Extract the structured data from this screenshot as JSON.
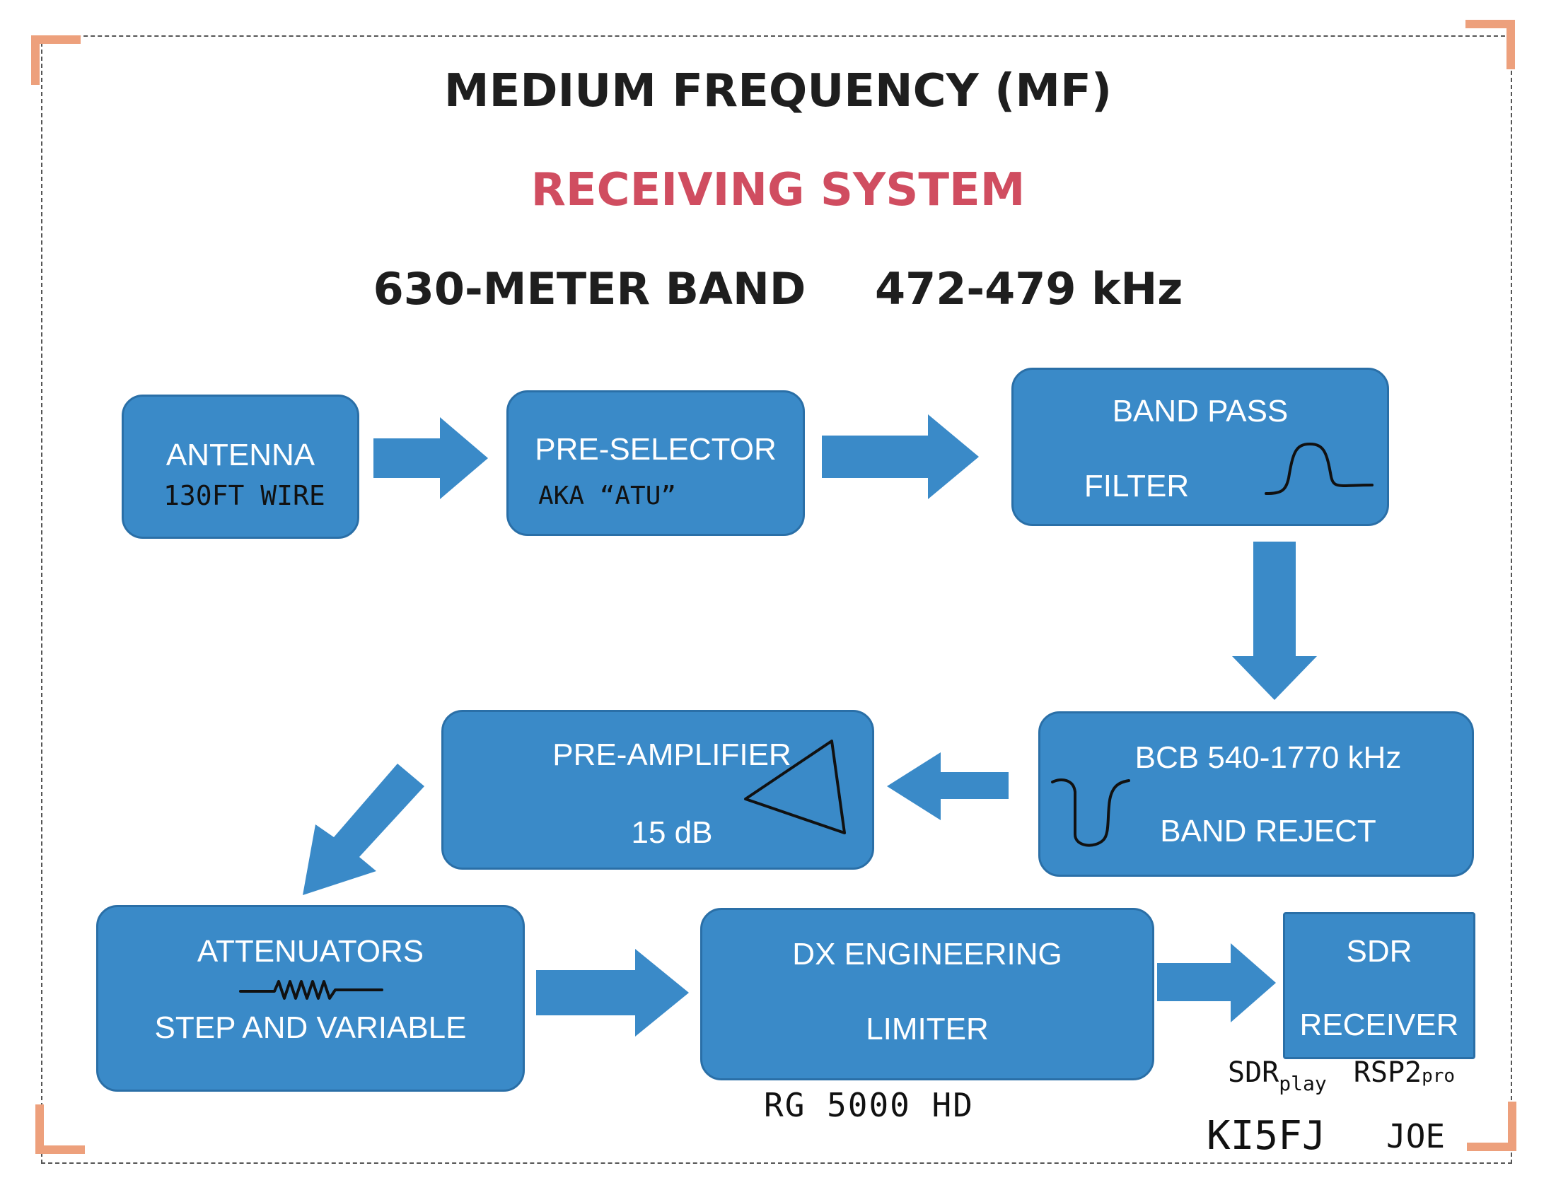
{
  "title": "MEDIUM FREQUENCY (MF)",
  "subtitle": "RECEIVING SYSTEM",
  "band": {
    "name": "630-METER BAND",
    "range": "472-479 kHz"
  },
  "blocks": {
    "antenna": {
      "label": "ANTENNA",
      "note": "130FT WIRE"
    },
    "preselector": {
      "label": "PRE-SELECTOR",
      "note": "AKA “ATU”"
    },
    "bandpass": {
      "line1": "BAND PASS",
      "line2": "FILTER"
    },
    "bcb": {
      "line1": "BCB 540-1770 kHz",
      "line2": "BAND REJECT"
    },
    "preamp": {
      "line1": "PRE-AMPLIFIER",
      "line2": "15 dB"
    },
    "attenuators": {
      "line1": "ATTENUATORS",
      "line2": "STEP AND VARIABLE"
    },
    "limiter": {
      "line1": "DX ENGINEERING",
      "line2": "LIMITER"
    },
    "sdr": {
      "line1": "SDR",
      "line2": "RECEIVER"
    }
  },
  "handwritten": {
    "limiter_model": "RG 5000 HD",
    "sdr_model_a": "SDR",
    "sdr_model_b": "play",
    "sdr_model_c": "RSP2",
    "sdr_model_d": "pro",
    "callsign": "KI5FJ",
    "name": "JOE"
  },
  "colors": {
    "box_fill": "#3a8ac8",
    "subtitle": "#d04d60",
    "corner_marks": "#eda07c"
  }
}
